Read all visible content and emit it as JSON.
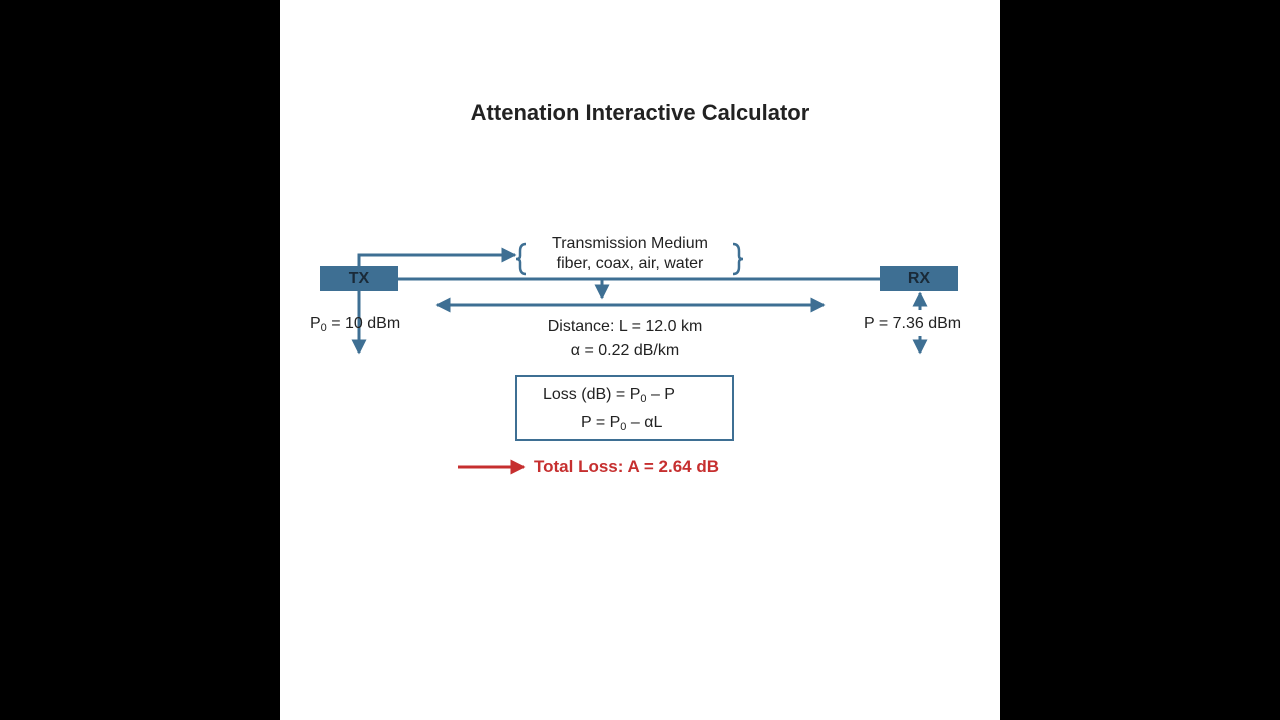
{
  "title": "Attenation Interactive Calculator",
  "transmitter": {
    "label": "TX",
    "power_label": "P",
    "power_sub": "0",
    "power_value": " = 10 dBm"
  },
  "receiver": {
    "label": "RX",
    "power_text": "P = 7.36 dBm"
  },
  "medium": {
    "title": "Transmission Medium",
    "types": "fiber, coax, air, water"
  },
  "distance": "Distance: L = 12.0 km",
  "alpha": "α = 0.22 dB/km",
  "formula": {
    "line1_prefix": "Loss (dB) = P",
    "line1_sub": "0",
    "line1_suffix": " – P",
    "line2_prefix": "P = P",
    "line2_sub": "0",
    "line2_suffix": " – αL"
  },
  "total_loss": "Total Loss: A = 2.64 dB",
  "colors": {
    "accent": "#3e6f93",
    "loss_red": "#c62f2f",
    "background": "#000000",
    "panel": "#ffffff"
  }
}
